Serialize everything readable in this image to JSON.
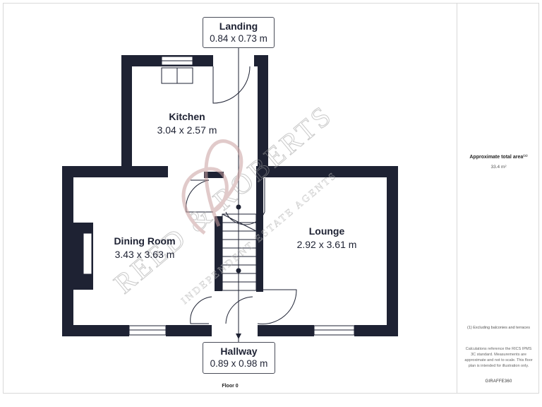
{
  "rooms": {
    "landing": {
      "name": "Landing",
      "dims": "0.84 x 0.73 m"
    },
    "kitchen": {
      "name": "Kitchen",
      "dims": "3.04 x 2.57 m"
    },
    "dining": {
      "name": "Dining Room",
      "dims": "3.43 x 3.63 m"
    },
    "lounge": {
      "name": "Lounge",
      "dims": "2.92 x 3.61 m"
    },
    "hallway": {
      "name": "Hallway",
      "dims": "0.89 x 0.98 m"
    }
  },
  "floor_label": "Floor 0",
  "side_panel": {
    "area_label": "Approximate total area⁽¹⁾",
    "area_value": "33.4 m²",
    "exclusion_note": "(1) Excluding balconies and terraces",
    "calc_note": "Calculations reference the RICS IPMS 3C standard. Measurements are approximate and not to scale. This floor plan is intended for illustration only.",
    "brand": "GIRAFFE360"
  },
  "watermark": {
    "main": "REED & ROBERTS",
    "sub": "INDEPENDENT ESTATE AGENTS"
  },
  "colors": {
    "wall": "#1e2233",
    "watermark_red": "#c9a0a0",
    "watermark_grey": "#bdbdbd"
  }
}
